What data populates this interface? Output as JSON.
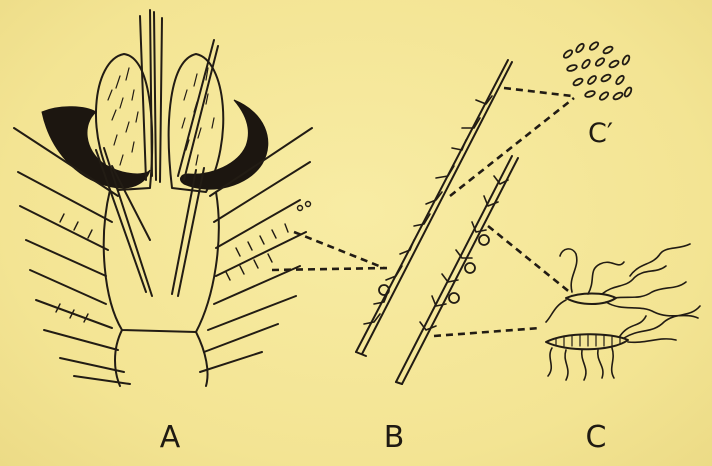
{
  "labels": {
    "panel_a": "A",
    "panel_b": "B",
    "panel_c": "C",
    "panel_c_prime": "C′"
  },
  "colors": {
    "paper": "#f6e79a",
    "ink": "#221c14"
  }
}
